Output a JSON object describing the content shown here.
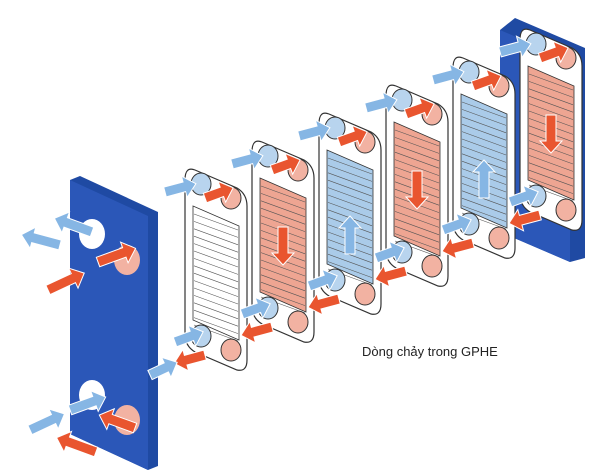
{
  "caption": "Dòng chảy trong GPHE",
  "colors": {
    "frame_plate": "#2b57b8",
    "hot_fluid": "#e9552f",
    "cold_fluid": "#86b6e4",
    "hot_channel": "#eea592",
    "cold_channel": "#aacbe9",
    "plain_plate": "#ffffff"
  },
  "plates": [
    "plain",
    "hot",
    "cold",
    "hot",
    "cold",
    "hot"
  ]
}
